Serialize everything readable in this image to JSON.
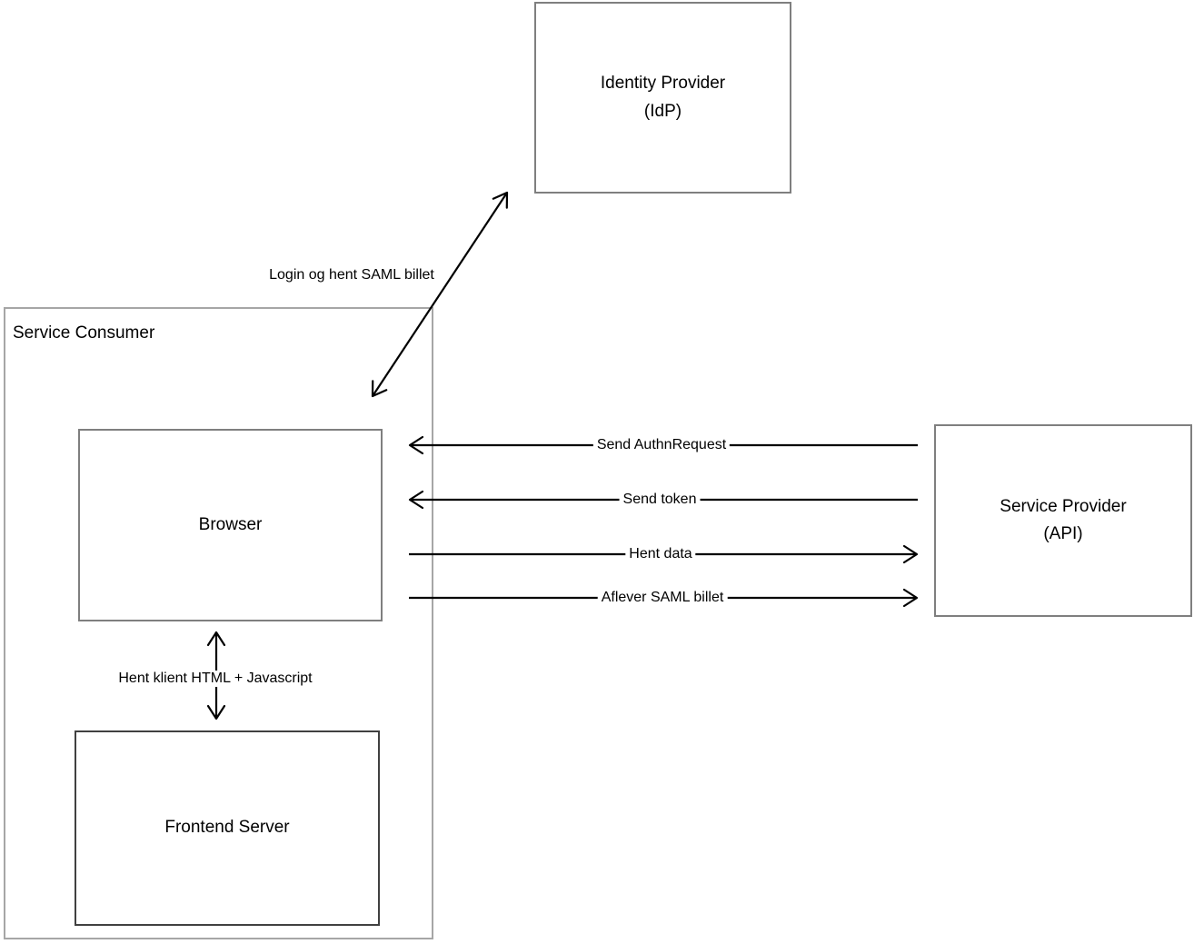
{
  "diagram": {
    "background": "#ffffff",
    "colors": {
      "arrow": "#000000",
      "node_border": "#7f7f7f",
      "frontend_node_border": "#404040",
      "consumer_border": "#a6a6a6",
      "text": "#000000"
    },
    "nodes": {
      "identity_provider": {
        "line1": "Identity Provider",
        "line2": "(IdP)"
      },
      "service_consumer": {
        "label": "Service Consumer"
      },
      "browser": {
        "label": "Browser"
      },
      "frontend_server": {
        "label": "Frontend Server"
      },
      "service_provider": {
        "line1": "Service Provider",
        "line2": "(API)"
      }
    },
    "edges": [
      {
        "label": "Login og hent SAML billet",
        "from": "Browser",
        "to": "Identity Provider (IdP)",
        "direction": "bidirectional"
      },
      {
        "label": "Send AuthnRequest",
        "from": "Service Provider (API)",
        "to": "Browser",
        "direction": "left"
      },
      {
        "label": "Send token",
        "from": "Service Provider (API)",
        "to": "Browser",
        "direction": "left"
      },
      {
        "label": "Hent data",
        "from": "Browser",
        "to": "Service Provider (API)",
        "direction": "right"
      },
      {
        "label": "Aflever SAML billet",
        "from": "Browser",
        "to": "Service Provider (API)",
        "direction": "right"
      },
      {
        "label": "Hent klient HTML + Javascript",
        "from": "Browser",
        "to": "Frontend Server",
        "direction": "bidirectional"
      }
    ]
  }
}
